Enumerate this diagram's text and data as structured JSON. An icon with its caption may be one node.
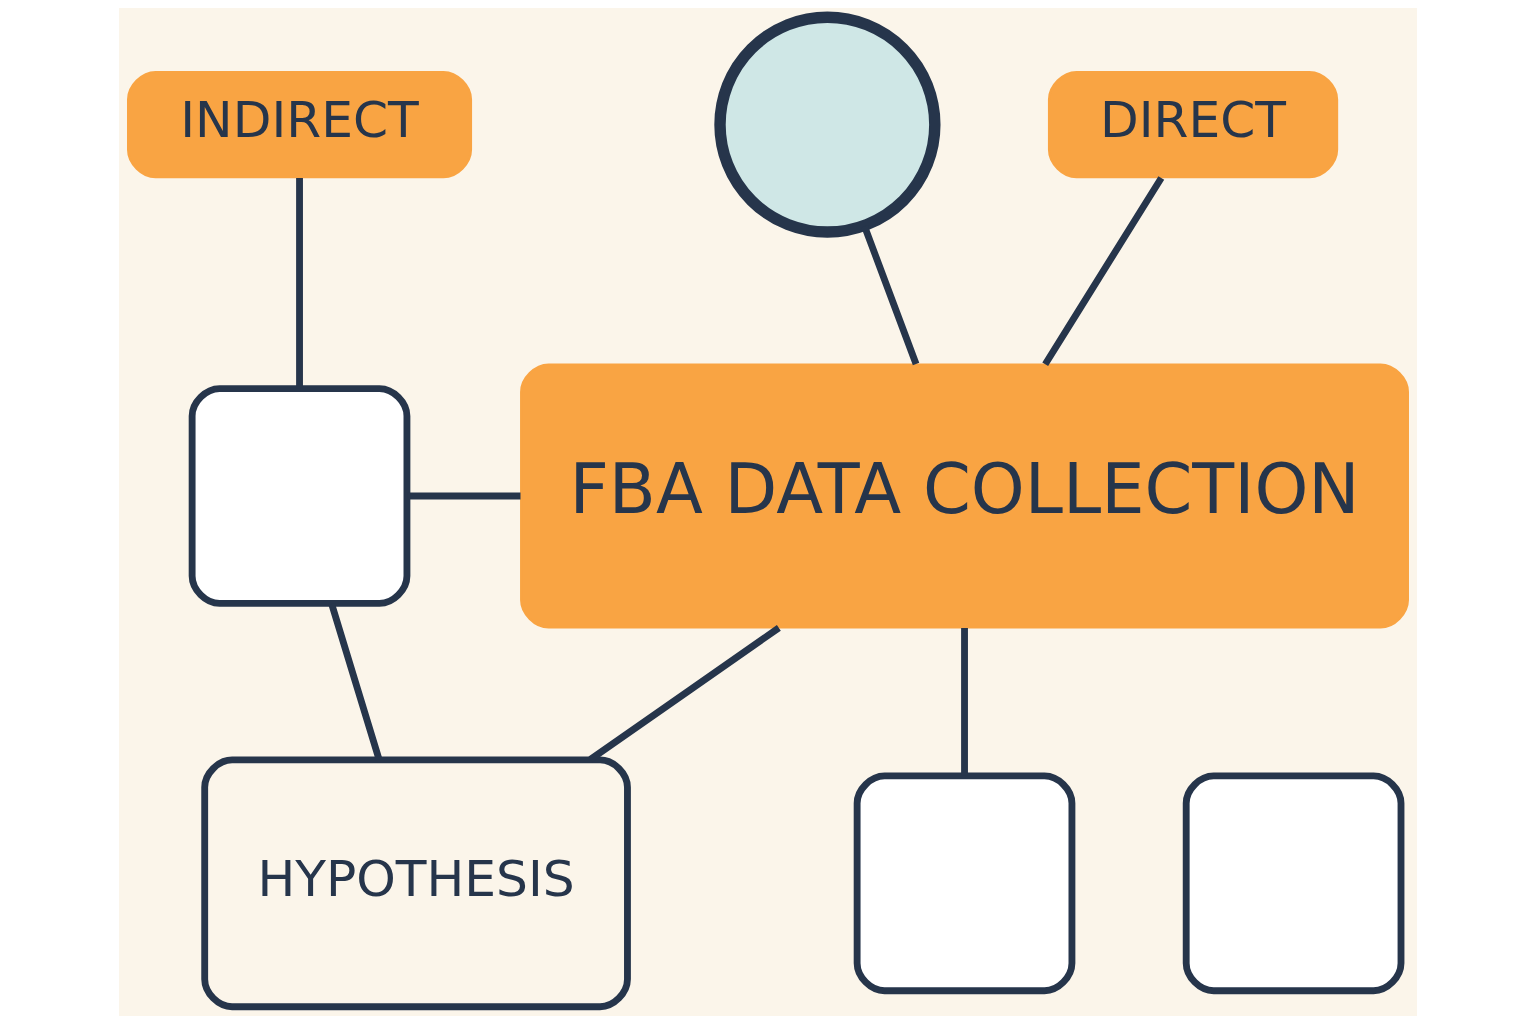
{
  "diagram": {
    "nodes": [
      {
        "text": [
          "INDIRECT"
        ]
      },
      {
        "text": [],
        "shape": "circle"
      },
      {
        "text": [
          "DIRECT"
        ]
      },
      {
        "text": [],
        "shape": "box"
      },
      {
        "text": [
          "FBA DATA COLLECTION"
        ]
      },
      {
        "text": [
          "HYPOTHESIS"
        ]
      },
      {
        "text": [],
        "shape": "box"
      },
      {
        "text": [],
        "shape": "box"
      }
    ],
    "edges": [
      {
        "from": 0,
        "to": 3,
        "arrow": "none"
      },
      {
        "from": 3,
        "to": 4,
        "arrow": "none"
      },
      {
        "from": 3,
        "to": 5,
        "arrow": "none"
      },
      {
        "from": 1,
        "to": 4,
        "arrow": "none"
      },
      {
        "from": 2,
        "to": 4,
        "arrow": "none"
      },
      {
        "from": 4,
        "to": 5,
        "arrow": "none"
      },
      {
        "from": 4,
        "to": 6,
        "arrow": "none"
      }
    ]
  }
}
